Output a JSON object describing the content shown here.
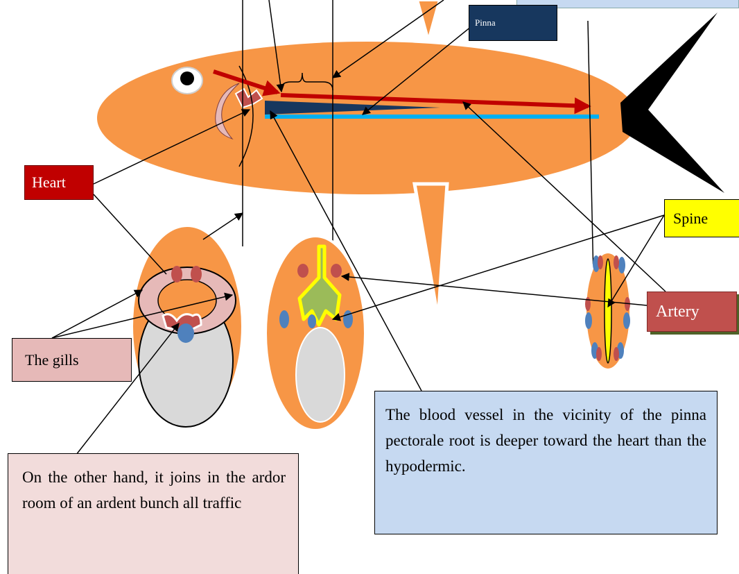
{
  "labels": {
    "heart": "Heart",
    "pinna": "Pinna",
    "spine": "Spine",
    "artery": "Artery",
    "gills": "The gills"
  },
  "notes": {
    "vessel": "The blood vessel in the vicinity of the pinna pectorale root is deeper toward the heart than the hypodermic.",
    "other": "On the other hand, it joins in the ardor room of an ardent bunch all traffic"
  },
  "colors": {
    "body": "#f79646",
    "heart_box": "#c00000",
    "pinna_box": "#17375e",
    "spine_box": "#ffff00",
    "artery_box": "#c0504d",
    "gills_box": "#e6b9b8",
    "vessel_note": "#c6d9f1",
    "other_note": "#f2dcdb",
    "artery_line": "#c00000",
    "vein_line": "#00b0f0",
    "gill_fill": "#e6b9b8",
    "cavity": "#d9d9d9"
  }
}
